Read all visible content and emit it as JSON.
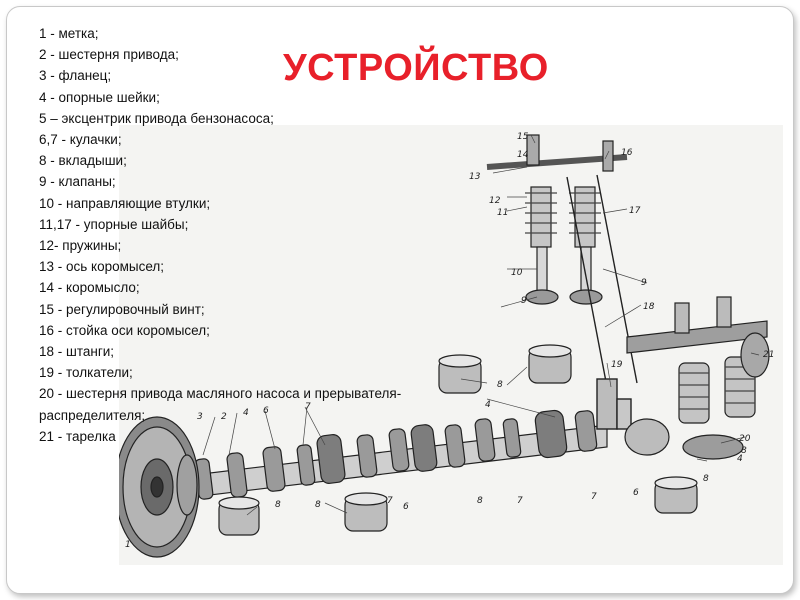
{
  "title": "УСТРОЙСТВО",
  "legend": [
    "1 - метка;",
    "2 - шестерня привода;",
    "3 - фланец;",
    "4 - опорные шейки;",
    "5 – эксцентрик привода бензонасоса;",
    "6,7 - кулачки;",
    "8 - вкладыши;",
    "9 - клапаны;",
    "10 - направляющие втулки;",
    "11,17 - упорные шайбы;",
    "12- пружины;",
    "13 - ось коромысел;",
    "14 - коромысло;",
    "15 - регулировочный винт;",
    "16 - стойка оси коромысел;",
    "18 - штанги;",
    "19 - толкатели;",
    "20 - шестерня привода масляного насоса и прерывателя-распределителя;",
    "21 - тарелка"
  ],
  "callouts": {
    "c1": "1",
    "c2": "2",
    "c3": "3",
    "c4a": "4",
    "c4b": "4",
    "c4c": "4",
    "c6a": "6",
    "c6b": "6",
    "c6c": "6",
    "c7a": "7",
    "c7b": "7",
    "c7c": "7",
    "c7d": "7",
    "c8a": "8",
    "c8b": "8",
    "c8c": "8",
    "c8d": "8",
    "c8e": "8",
    "c8f": "8",
    "c9a": "9",
    "c9b": "9",
    "c10": "10",
    "c11": "11",
    "c12": "12",
    "c13": "13",
    "c14": "14",
    "c15": "15",
    "c16": "16",
    "c17": "17",
    "c18": "18",
    "c19": "19",
    "c20": "20",
    "c21": "21"
  }
}
